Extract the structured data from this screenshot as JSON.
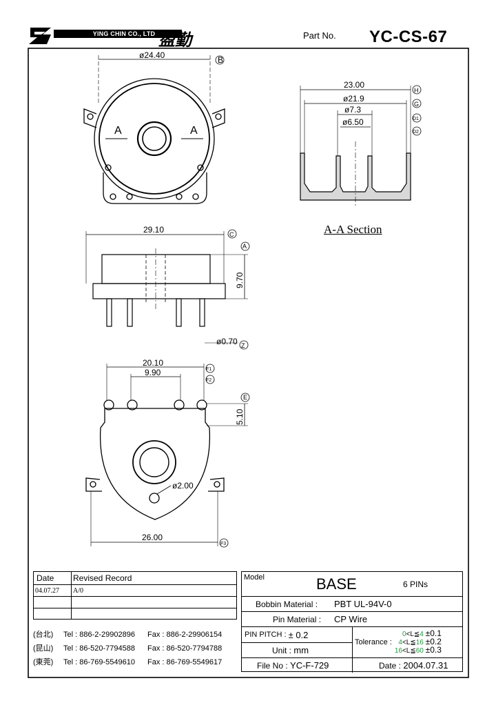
{
  "header": {
    "company": "YING CHIN CO., LTD",
    "company_cn": "盈勤",
    "part_label": "Part No.",
    "part_number": "YC-CS-67"
  },
  "dimensions": {
    "top_view_diameter": "ø24.40",
    "top_view_ref": "B",
    "section_mark": "A",
    "sec_w": "23.00",
    "sec_d1": "ø21.9",
    "sec_d2": "ø7.3",
    "sec_d3": "ø6.50",
    "sec_refs": [
      "H",
      "G",
      "D1",
      "D2"
    ],
    "section_title": "A-A Section",
    "side_w": "29.10",
    "side_w_ref": "C",
    "side_h": "9.70",
    "side_h_ref": "A",
    "pin_d": "ø0.70",
    "pin_ref": "Z",
    "bot_w1": "20.10",
    "bot_w2": "9.90",
    "bot_refs": [
      "F1",
      "F2"
    ],
    "bot_h": "5.10",
    "bot_h_ref": "E",
    "hole_d": "ø2.00",
    "bot_w3": "26.00",
    "bot_w3_ref": "F3"
  },
  "revision": {
    "col_date": "Date",
    "col_record": "Revised Record",
    "rows": [
      {
        "date": "04.07.27",
        "record": "A/0"
      },
      {
        "date": "",
        "record": ""
      },
      {
        "date": "",
        "record": ""
      }
    ]
  },
  "contacts": [
    {
      "city": "(台北)",
      "tel": "Tel : 886-2-29902896",
      "fax": "Fax : 886-2-29906154"
    },
    {
      "city": "(昆山)",
      "tel": "Tel : 86-520-7794588",
      "fax": "Fax : 86-520-7794788"
    },
    {
      "city": "(東莞)",
      "tel": "Tel : 86-769-5549610",
      "fax": "Fax : 86-769-5549617"
    }
  ],
  "spec": {
    "model_label": "Model",
    "model": "BASE",
    "pins": "6 PINs",
    "bobbin_label": "Bobbin  Material :",
    "bobbin": "PBT  UL-94V-0",
    "pin_label": "Pin  Material :",
    "pin_material": "CP  Wire",
    "pitch_label": "PIN  PITCH :",
    "pitch": "± 0.2",
    "unit_label": "Unit :",
    "unit": "mm",
    "file_label": "File  No :",
    "file": "YC-F-729",
    "tol_label": "Tolerance :",
    "tol": [
      {
        "lo": "0",
        "mid": "<L≦",
        "hi": "4",
        "val": "±0.1"
      },
      {
        "lo": "4",
        "mid": "<L≦",
        "hi": "16",
        "val": "±0.2"
      },
      {
        "lo": "16",
        "mid": "<L≦",
        "hi": "60",
        "val": "±0.3"
      }
    ],
    "date_label": "Date :",
    "date": "2004.07.31"
  }
}
